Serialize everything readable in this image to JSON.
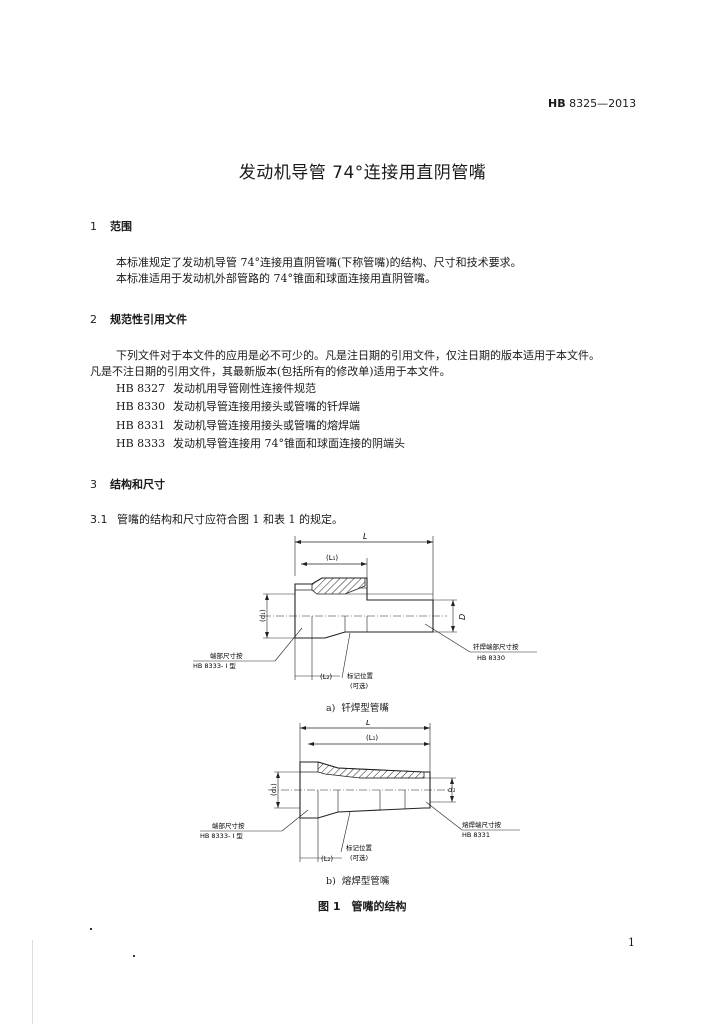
{
  "header": {
    "std_code": "HB",
    "std_num": "8325—2013"
  },
  "title": "发动机导管 74°连接用直阴管嘴",
  "sections": {
    "s1": {
      "num": "1",
      "title": "范围",
      "p1": "本标准规定了发动机导管 74°连接用直阴管嘴(下称管嘴)的结构、尺寸和技术要求。",
      "p2": "本标准适用于发动机外部管路的 74°锥面和球面连接用直阴管嘴。"
    },
    "s2": {
      "num": "2",
      "title": "规范性引用文件",
      "p1a": "下列文件对于本文件的应用是必不可少的。凡是注日期的引用文件，仅注日期的版本适用于本文件。",
      "p1b": "凡是不注日期的引用文件，其最新版本(包括所有的修改单)适用于本文件。",
      "refs": [
        {
          "code": "HB 8327",
          "text": "发动机用导管刚性连接件规范"
        },
        {
          "code": "HB 8330",
          "text": "发动机导管连接用接头或管嘴的钎焊端"
        },
        {
          "code": "HB 8331",
          "text": "发动机导管连接用接头或管嘴的熔焊端"
        },
        {
          "code": "HB 8333",
          "text": "发动机导管连接用 74°锥面和球面连接的阴端头"
        }
      ]
    },
    "s3": {
      "num": "3",
      "title": "结构和尺寸",
      "sub_num": "3.1",
      "sub_text": "管嘴的结构和尺寸应符合图 1 和表 1 的规定。"
    }
  },
  "figure_a": {
    "dim_L": "L",
    "dim_L1": "(L₁)",
    "dim_d1": "(d₁)",
    "dim_D": "D",
    "dim_L2": "(L₂)",
    "note_left_1": "端部尺寸按",
    "note_left_2": "HB 8333- I 型",
    "note_right_1": "钎焊端部尺寸按",
    "note_right_2": "HB 8330",
    "note_mark_1": "标记位置",
    "note_mark_2": "(可选)",
    "caption_label": "a)",
    "caption_text": "钎焊型管嘴"
  },
  "figure_b": {
    "dim_L": "L",
    "dim_L1": "(L₁)",
    "dim_d1": "(d₁)",
    "dim_d": "d₁",
    "dim_L2": "(L₂)",
    "note_left_1": "端部尺寸按",
    "note_left_2": "HB 8333- I 型",
    "note_right_1": "熔焊端尺寸按",
    "note_right_2": "HB 8331",
    "note_mark_1": "标记位置",
    "note_mark_2": "(可选)",
    "caption_label": "b)",
    "caption_text": "熔焊型管嘴"
  },
  "figure_title": "图 1　管嘴的结构",
  "page_number": "1"
}
